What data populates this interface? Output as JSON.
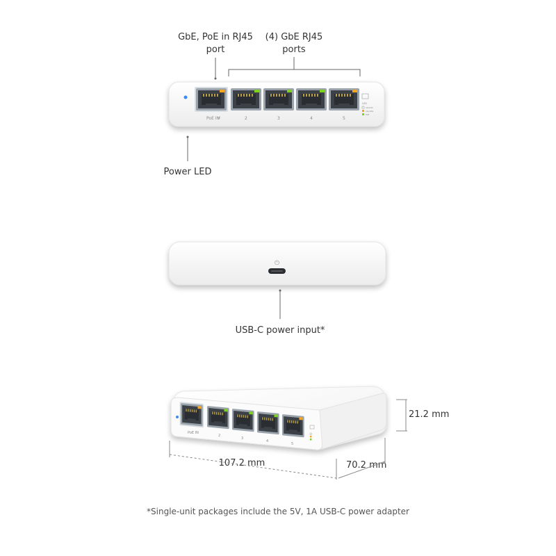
{
  "labels": {
    "uplink_port": [
      "GbE, PoE in RJ45",
      "port"
    ],
    "gbe_ports": [
      "(4) GbE RJ45",
      "ports"
    ],
    "power_led": "Power LED",
    "usb_c": "USB-C power input*",
    "height": "21.2 mm",
    "width": "107.2 mm",
    "depth": "70.2 mm"
  },
  "port_labels": [
    "PoE IN",
    "2",
    "3",
    "4",
    "5"
  ],
  "legend": {
    "title": "LED",
    "items": [
      "10/100",
      "1G/10G",
      "PoE"
    ]
  },
  "footnote": "*Single-unit packages include the 5V, 1A USB-C power adapter",
  "colors": {
    "led_blue": "#3a8bff",
    "led_green": "#7ed321",
    "led_orange": "#f5a623",
    "device_white": "#fafafa"
  }
}
